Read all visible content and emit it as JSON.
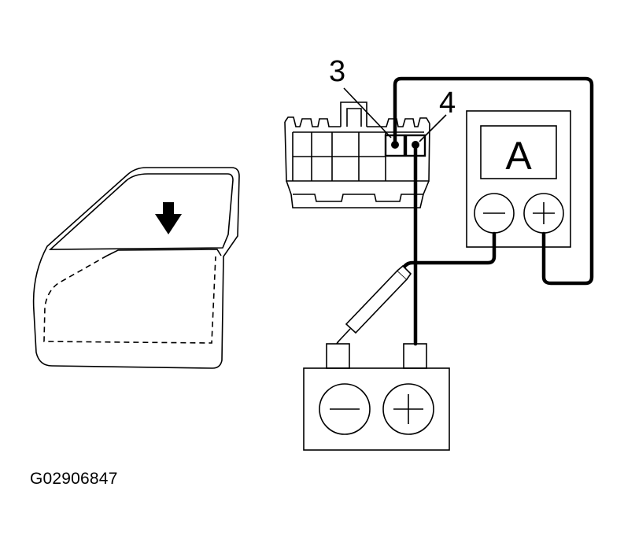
{
  "callouts": {
    "terminal_3": "3",
    "terminal_4": "4"
  },
  "meter": {
    "letter": "A"
  },
  "figure_id": "G02906847",
  "icons": {
    "window_down": "arrow-down-icon",
    "battery_negative": "minus-icon",
    "battery_positive": "plus-icon",
    "meter_negative": "minus-icon",
    "meter_positive": "plus-icon"
  },
  "colors": {
    "line": "#000000",
    "background": "#ffffff"
  }
}
